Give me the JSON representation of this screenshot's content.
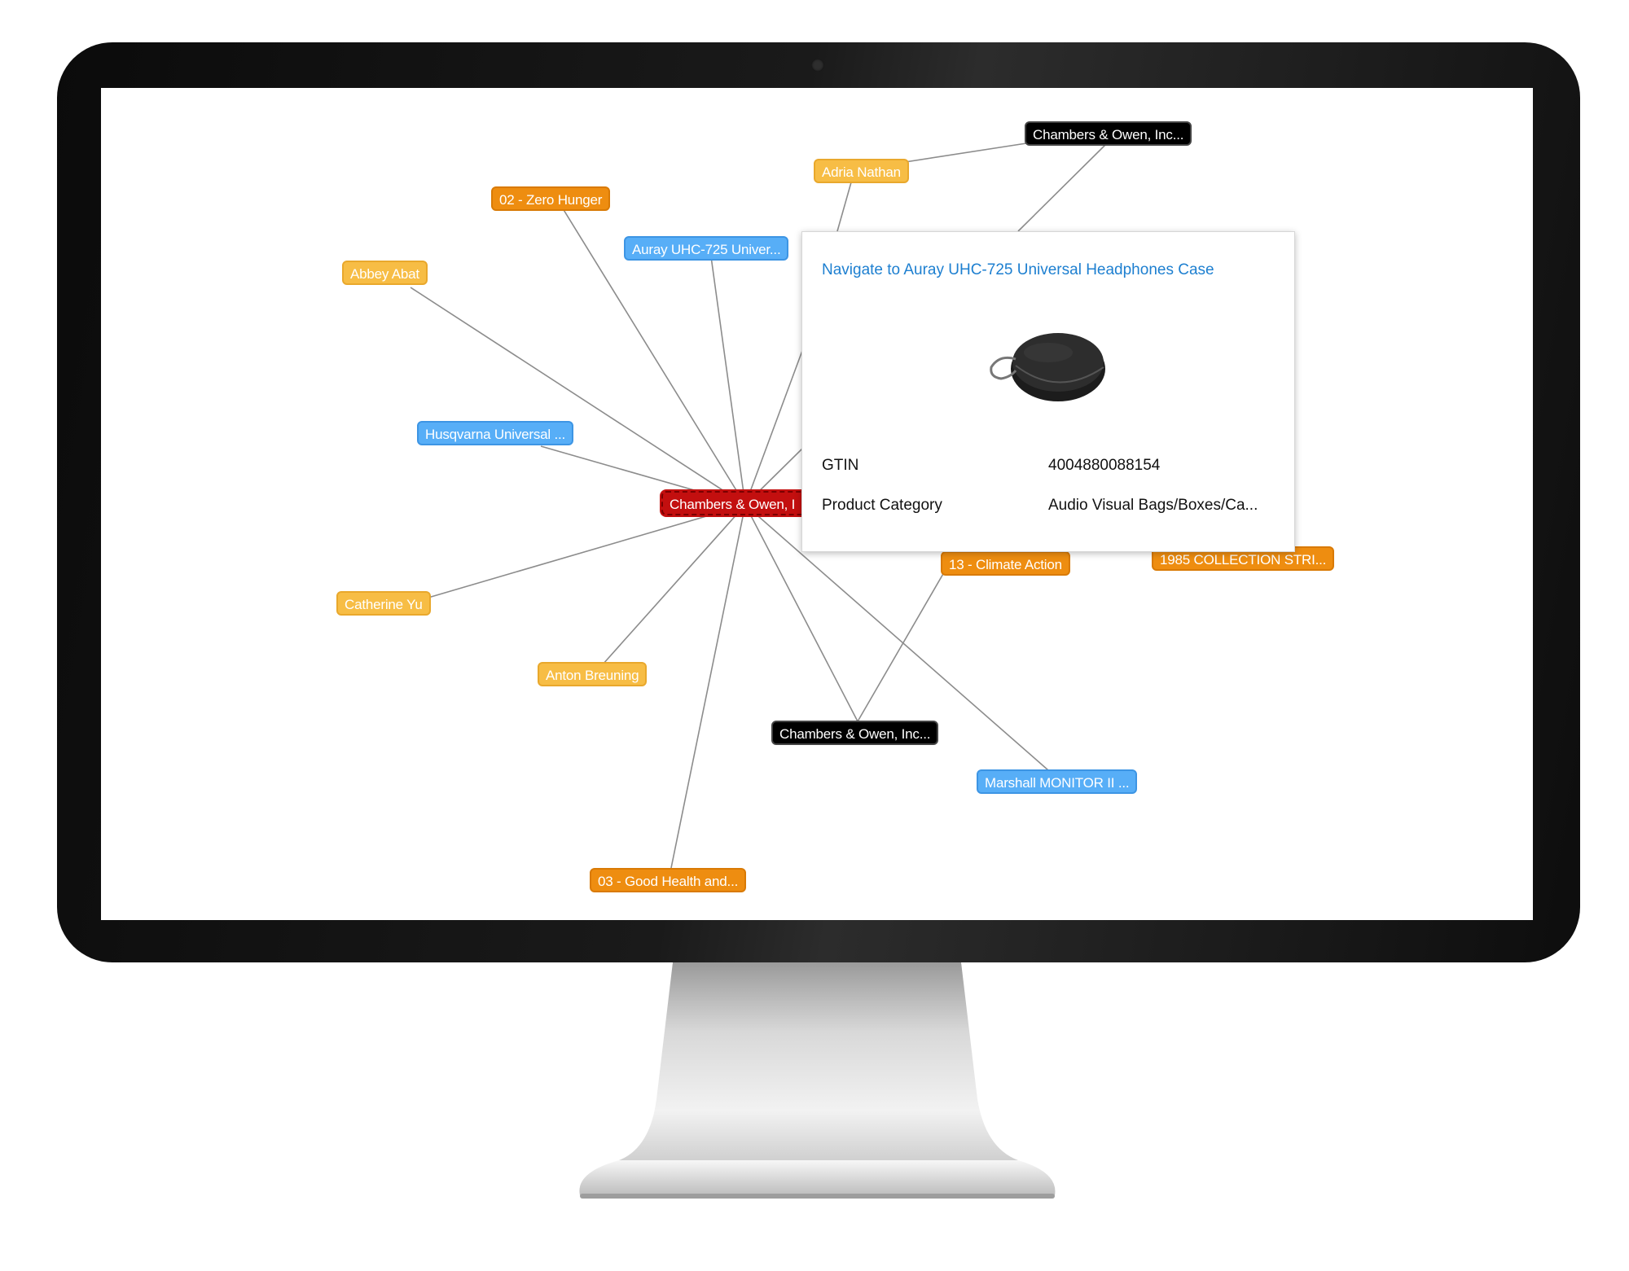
{
  "graph": {
    "center_node": "Chambers & Owen, I",
    "nodes": {
      "adria_nathan": "Adria Nathan",
      "chambers_top": "Chambers & Owen, Inc...",
      "zero_hunger": "02 - Zero Hunger",
      "auray_product": "Auray UHC-725 Univer...",
      "abbey_abat": "Abbey Abat",
      "husqvarna_product": "Husqvarna Universal ...",
      "catherine_yu": "Catherine Yu",
      "anton_breuning": "Anton Breuning",
      "chambers_bottom": "Chambers & Owen, Inc...",
      "marshall_product": "Marshall MONITOR II ...",
      "good_health": "03 - Good Health and...",
      "climate_action": "13 - Climate Action",
      "collection_1985": "1985 COLLECTION STRI..."
    }
  },
  "popup": {
    "link": "Navigate to Auray UHC-725 Universal Headphones Case",
    "image_icon": "headphones-case-image",
    "rows": [
      {
        "key": "GTIN",
        "value": "4004880088154"
      },
      {
        "key": "Product Category",
        "value": "Audio Visual Bags/Boxes/Ca..."
      }
    ]
  },
  "colors": {
    "person": "#f7bd45",
    "goal": "#ee8d10",
    "product": "#57aef7",
    "company": "#000000",
    "center": "#c30f0f",
    "link": "#1d7fd0"
  }
}
